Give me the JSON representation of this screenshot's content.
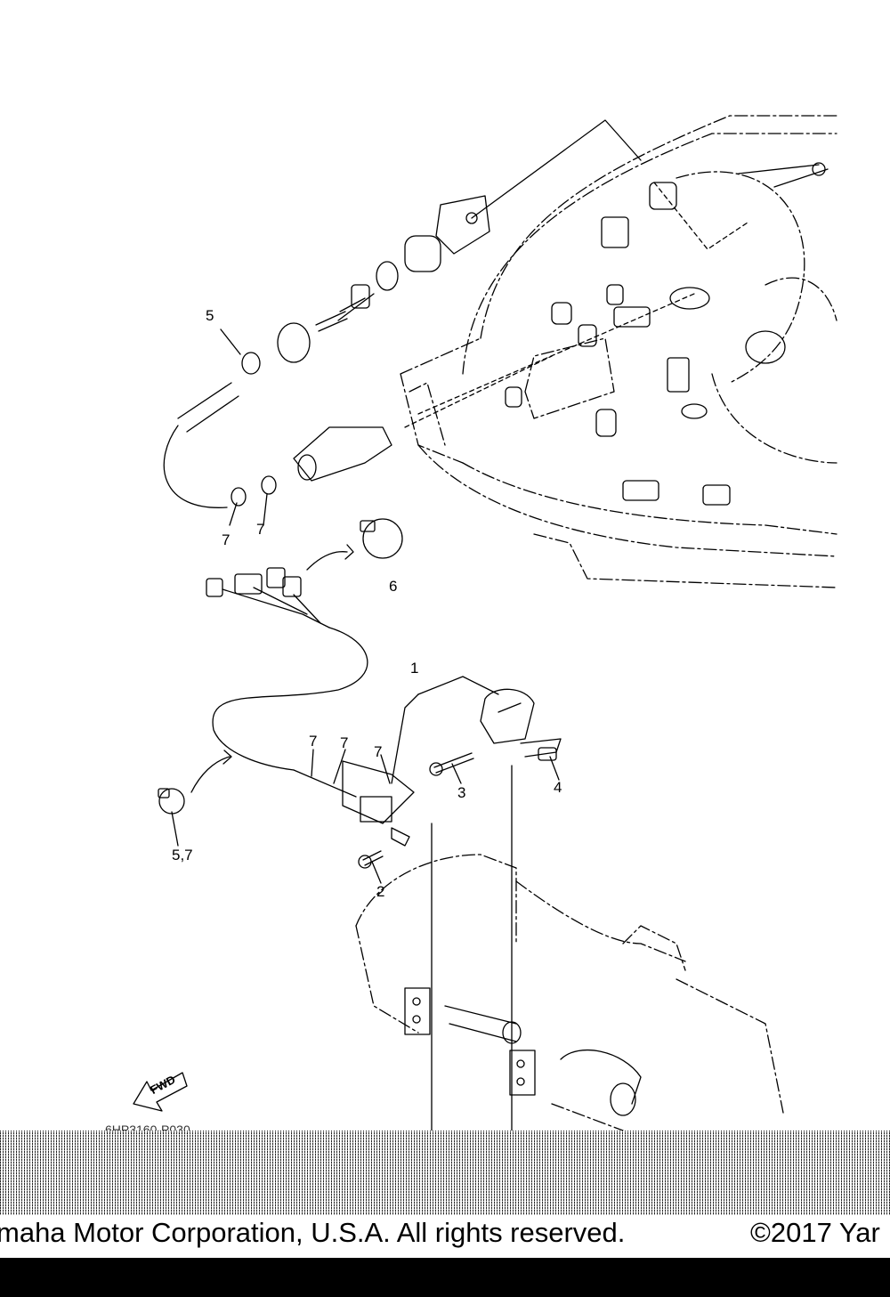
{
  "callouts": [
    {
      "id": "5a",
      "text": "5"
    },
    {
      "id": "7a",
      "text": "7"
    },
    {
      "id": "7b",
      "text": "7"
    },
    {
      "id": "6",
      "text": "6"
    },
    {
      "id": "1",
      "text": "1"
    },
    {
      "id": "7c",
      "text": "7"
    },
    {
      "id": "7d",
      "text": "7"
    },
    {
      "id": "7e",
      "text": "7"
    },
    {
      "id": "3",
      "text": "3"
    },
    {
      "id": "4",
      "text": "4"
    },
    {
      "id": "57",
      "text": "5,7"
    },
    {
      "id": "2",
      "text": "2"
    }
  ],
  "fwd_marker": "FWD",
  "diagram_code": "6HP3160-P030",
  "footer": {
    "left": "maha Motor Corporation, U.S.A. All rights reserved.",
    "right": "©2017 Yar"
  }
}
